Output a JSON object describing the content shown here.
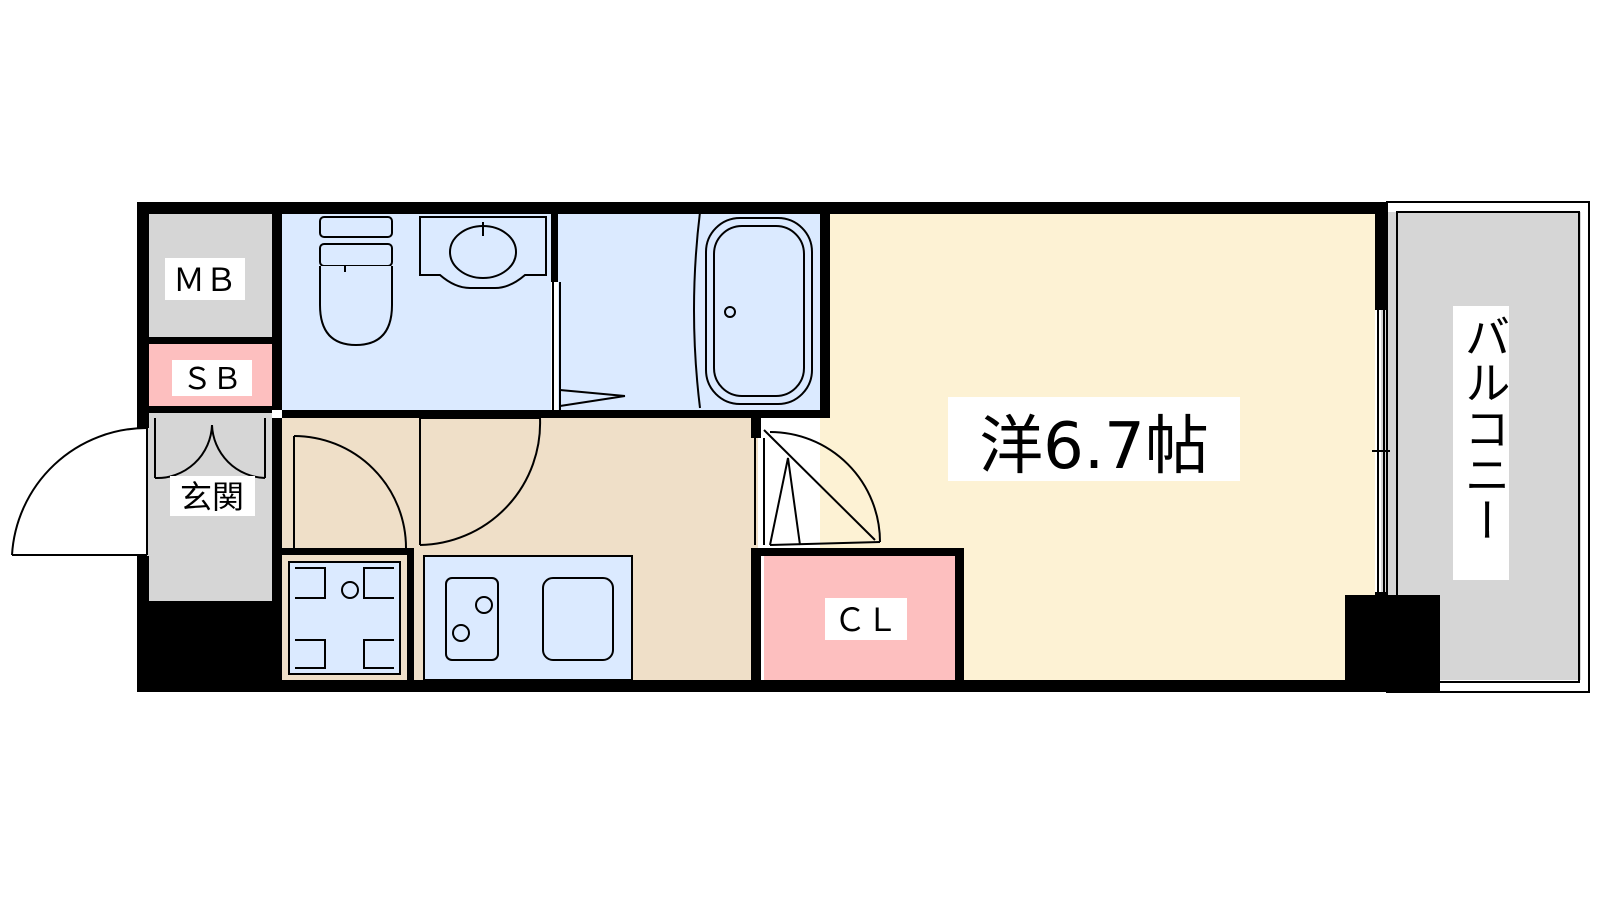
{
  "floor_plan": {
    "rooms": {
      "main_room": {
        "label": "洋6.7帖"
      },
      "meter_box": {
        "label": "ＭＢ"
      },
      "shoe_box": {
        "label": "ＳＢ"
      },
      "entrance": {
        "label": "玄関"
      },
      "closet": {
        "label": "ＣＬ"
      },
      "balcony": {
        "label": "バルコニー"
      }
    },
    "colors": {
      "main_room": "#fdf2d4",
      "wet_area": "#dbeaff",
      "kitchen_floor": "#efdfc8",
      "storage": "#fdbfbf",
      "gray_area": "#d6d6d6",
      "wall": "#000000"
    }
  }
}
